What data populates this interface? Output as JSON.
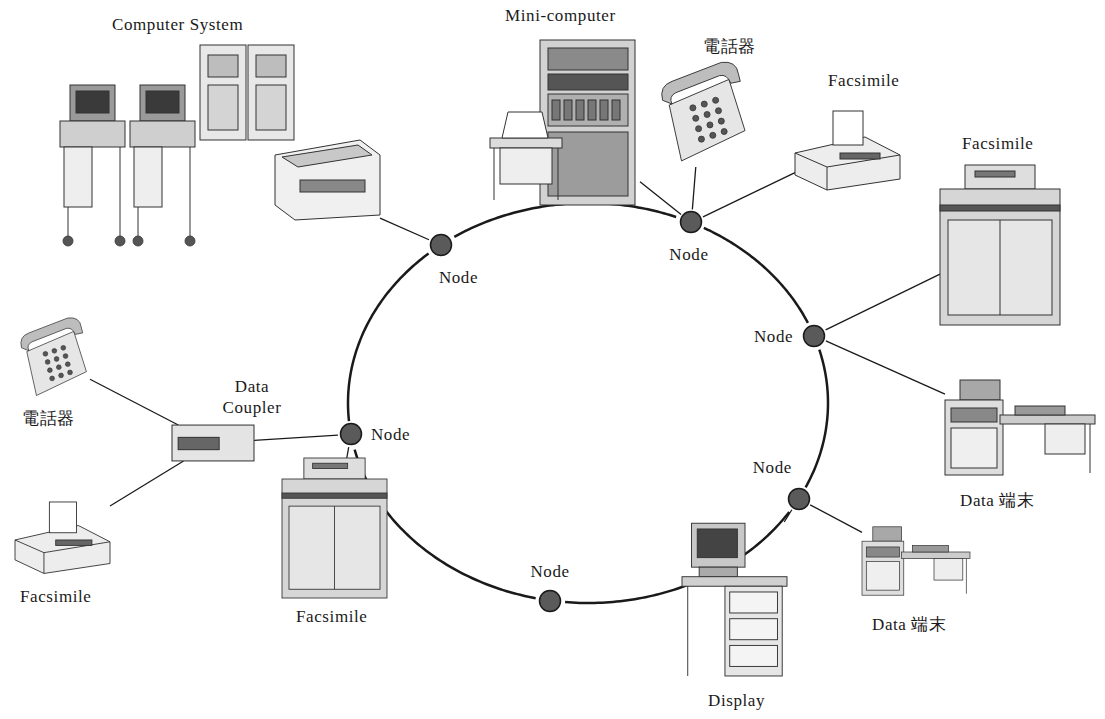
{
  "diagram": {
    "nodes": [
      {
        "text": [
          "Mini-computer"
        ]
      },
      {
        "text": [
          "Computer System"
        ]
      },
      {
        "text": [
          "電話器"
        ]
      },
      {
        "text": [
          "Facsimile"
        ]
      },
      {
        "text": [
          "Facsimile"
        ]
      },
      {
        "text": [
          "Node"
        ]
      },
      {
        "text": [
          "Node"
        ]
      },
      {
        "text": [
          "Node"
        ]
      },
      {
        "text": [
          "Data Coupler"
        ]
      },
      {
        "text": [
          "電話器"
        ]
      },
      {
        "text": [
          "Node"
        ]
      },
      {
        "text": [
          "Data 端末"
        ]
      },
      {
        "text": [
          "Node"
        ]
      },
      {
        "text": [
          "Facsimile"
        ]
      },
      {
        "text": [
          "Facsimile"
        ]
      },
      {
        "text": [
          "Data 端末"
        ]
      },
      {
        "text": [
          "Display"
        ]
      },
      {
        "text": [
          "Node"
        ]
      }
    ],
    "edges": [
      {
        "from": 1,
        "to": 5,
        "arrow": "none"
      },
      {
        "from": 0,
        "to": 6,
        "arrow": "none"
      },
      {
        "from": 2,
        "to": 6,
        "arrow": "none"
      },
      {
        "from": 6,
        "to": 3,
        "arrow": "none"
      },
      {
        "from": 7,
        "to": 4,
        "arrow": "none"
      },
      {
        "from": 7,
        "to": 11,
        "arrow": "none"
      },
      {
        "from": 12,
        "to": 15,
        "arrow": "none"
      },
      {
        "from": 12,
        "to": 16,
        "arrow": "none"
      },
      {
        "from": 10,
        "to": 8,
        "arrow": "none"
      },
      {
        "from": 10,
        "to": 13,
        "arrow": "none"
      },
      {
        "from": 8,
        "to": 9,
        "arrow": "none"
      },
      {
        "from": 8,
        "to": 14,
        "arrow": "none"
      },
      {
        "from": 5,
        "to": 6,
        "arrow": "none"
      },
      {
        "from": 6,
        "to": 7,
        "arrow": "none"
      },
      {
        "from": 7,
        "to": 12,
        "arrow": "none"
      },
      {
        "from": 12,
        "to": 17,
        "arrow": "none"
      },
      {
        "from": 17,
        "to": 10,
        "arrow": "none"
      },
      {
        "from": 10,
        "to": 5,
        "arrow": "none"
      }
    ]
  }
}
